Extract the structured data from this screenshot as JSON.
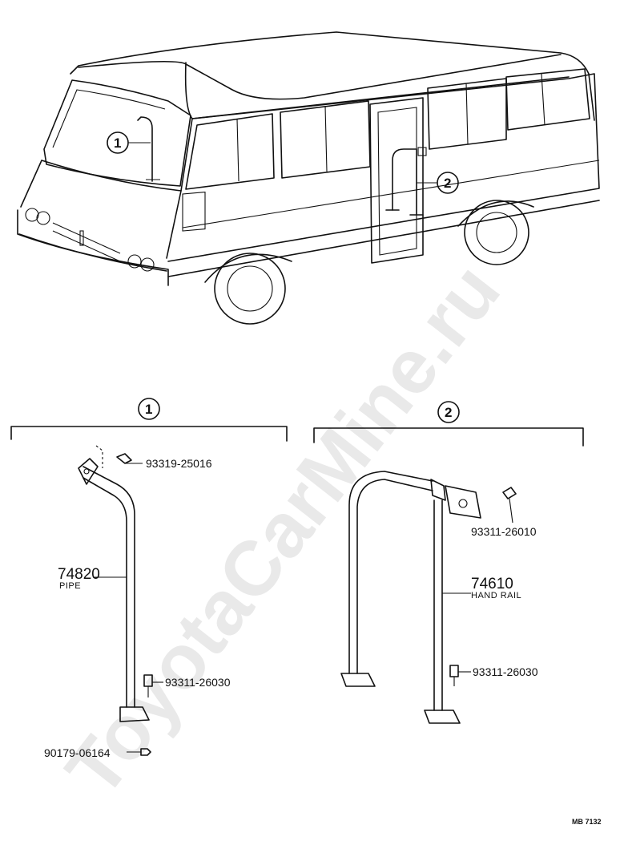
{
  "watermark": "ToyotaCarMine.ru",
  "callouts": {
    "one": "1",
    "two": "2"
  },
  "parts": {
    "bolt_top_left": "93319-25016",
    "pipe_number": "74820",
    "pipe_name": "PIPE",
    "bolt_bottom_left": "93311-26030",
    "nut_bottom_left": "90179-06164",
    "bolt_bracket_right": "93311-26010",
    "rail_number": "74610",
    "rail_name": "HAND RAIL",
    "bolt_bottom_right": "93311-26030"
  },
  "diagram_code": "MB 7132"
}
